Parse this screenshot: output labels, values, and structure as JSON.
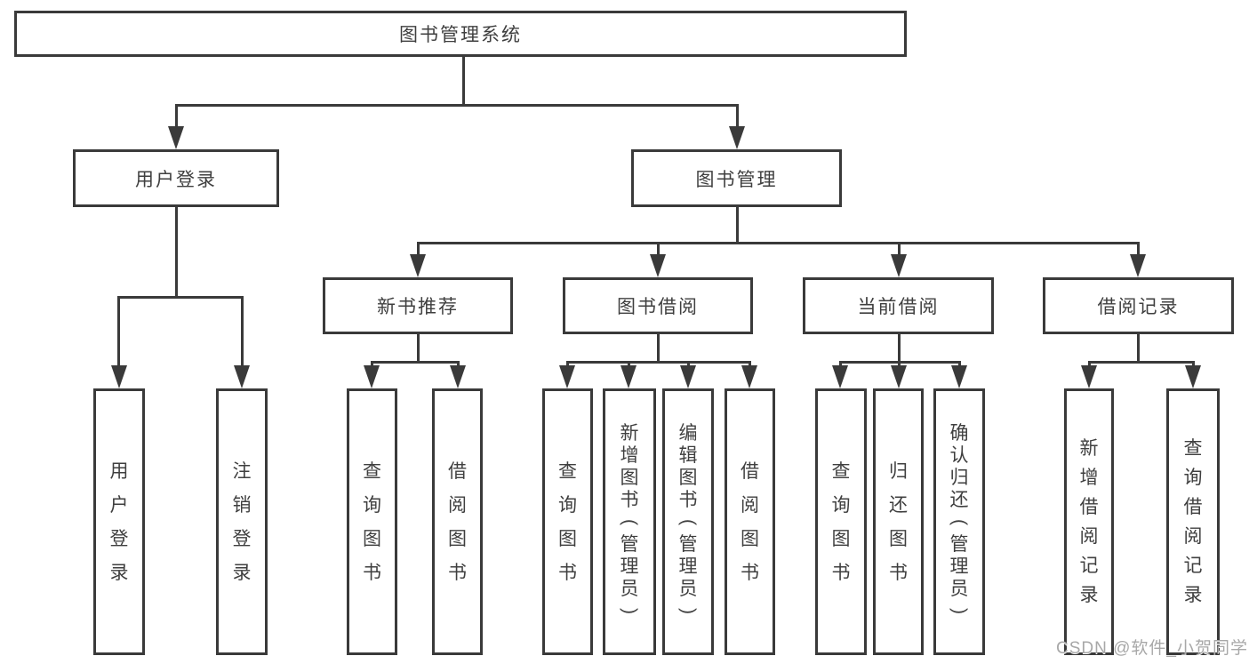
{
  "diagram": {
    "root": {
      "label": "图书管理系统"
    },
    "level2": [
      {
        "label": "用户登录"
      },
      {
        "label": "图书管理"
      }
    ],
    "level3": [
      {
        "label": "新书推荐"
      },
      {
        "label": "图书借阅"
      },
      {
        "label": "当前借阅"
      },
      {
        "label": "借阅记录"
      }
    ],
    "leaves": {
      "user_login": [
        "用户登录",
        "注销登录"
      ],
      "new_books": [
        "查询图书",
        "借阅图书"
      ],
      "book_borrow": [
        "查询图书",
        "新增图书（管理员）",
        "编辑图书（管理员）",
        "借阅图书"
      ],
      "current_borrow": [
        "查询图书",
        "归还图书",
        "确认归还（管理员）"
      ],
      "borrow_records": [
        "新增借阅记录",
        "查询借阅记录"
      ]
    }
  },
  "watermark": {
    "text": "CSDN @软件_小贺同学"
  },
  "colors": {
    "line": "#3a3a3a",
    "text": "#3f3f3f",
    "background": "#ffffff",
    "watermark": "#a8a8a8"
  }
}
